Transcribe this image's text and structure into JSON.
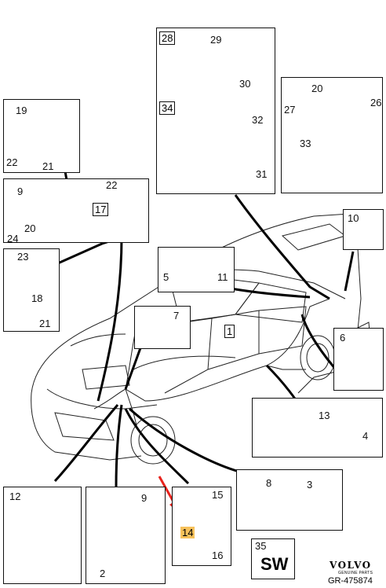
{
  "labels": {
    "n1": "1",
    "n2": "2",
    "n3": "3",
    "n4": "4",
    "n5": "5",
    "n6": "6",
    "n7": "7",
    "n8": "8",
    "n9a": "9",
    "n9b": "9",
    "n10": "10",
    "n11": "11",
    "n12": "12",
    "n13": "13",
    "n14": "14",
    "n15": "15",
    "n16": "16",
    "n17": "17",
    "n18": "18",
    "n19": "19",
    "n20a": "20",
    "n20b": "20",
    "n21a": "21",
    "n21b": "21",
    "n22a": "22",
    "n22b": "22",
    "n23": "23",
    "n24": "24",
    "n26": "26",
    "n27": "27",
    "n28": "28",
    "n29": "29",
    "n30": "30",
    "n31": "31",
    "n32": "32",
    "n33": "33",
    "n34": "34",
    "n35": "35"
  },
  "sw_label": "SW",
  "brand": {
    "name": "VOLVO",
    "sub": "GENUINE PARTS",
    "ref": "GR-475874"
  },
  "colors": {
    "highlight": "#f6c15b",
    "arrow": "#e8231d",
    "line": "#111111"
  }
}
